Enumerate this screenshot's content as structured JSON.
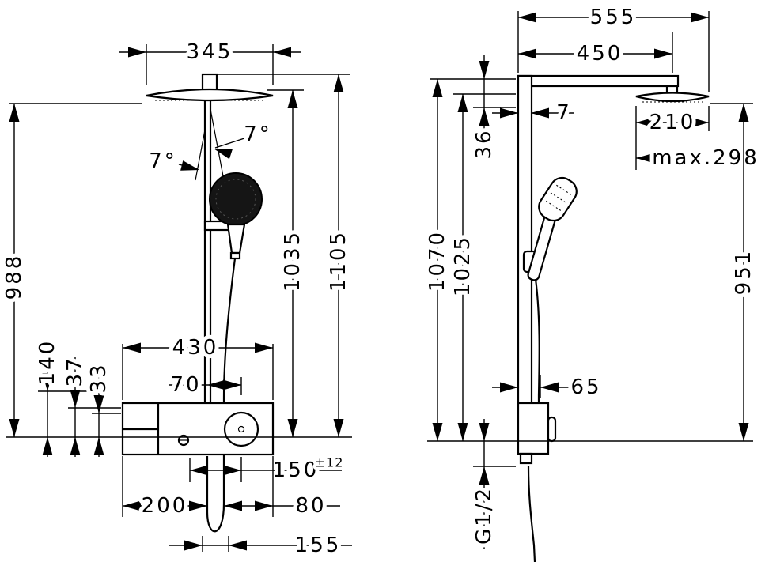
{
  "drawing": {
    "colors": {
      "line": "#000000",
      "background": "#ffffff",
      "dark_fill": "#151515"
    },
    "labels": {
      "front": {
        "d345": "345",
        "d988": "988",
        "d140": "140",
        "d37": "37",
        "d33": "33",
        "d430": "430",
        "d70": "70",
        "d1035": "1035",
        "d1105": "1105",
        "angle_right": "7°",
        "angle_left": "7°",
        "d150": "150",
        "d150_tol": "±12",
        "d200": "200",
        "d80": "80",
        "d155": "155"
      },
      "side": {
        "d555": "555",
        "d450": "450",
        "d36": "36",
        "d7": "7",
        "d210": "210",
        "max_reach": "max.298",
        "d1070": "1070",
        "d1025": "1025",
        "d951": "951",
        "d65": "65",
        "thread": "G1/2"
      }
    }
  }
}
